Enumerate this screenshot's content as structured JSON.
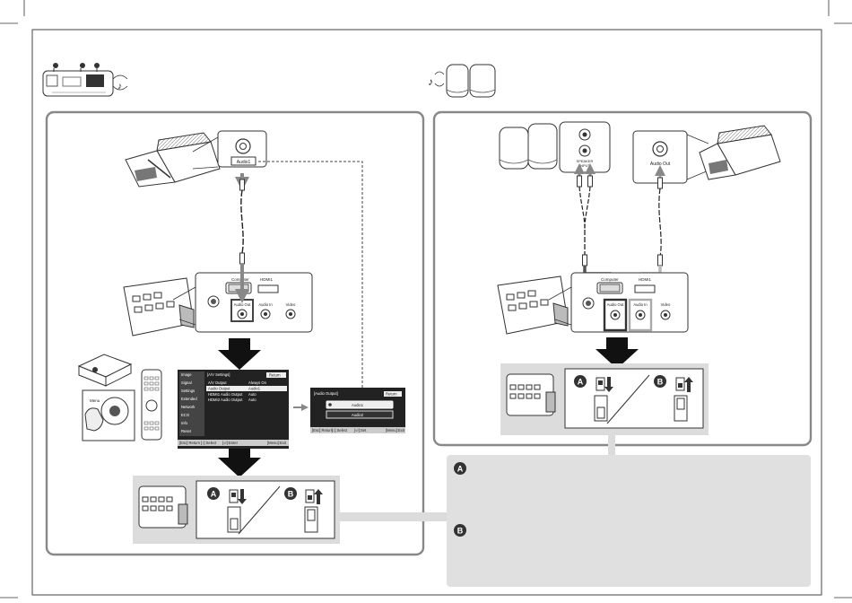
{
  "left": {
    "projector_port": "Audio1",
    "panel_ports": [
      "Computer",
      "HDMI1",
      "Audio Out",
      "Audio In",
      "Video"
    ],
    "menu": {
      "title": "[A/V Settings]",
      "return": "Return",
      "sidebar": [
        "Image",
        "Signal",
        "Settings",
        "Extended",
        "Network",
        "ECO",
        "Info",
        "Reset"
      ],
      "rows": [
        {
          "label": "A/V Output",
          "value": "Always On"
        },
        {
          "label": "Audio Output",
          "value": "Audio1"
        },
        {
          "label": "HDMI1 Audio Output",
          "value": "Auto"
        },
        {
          "label": "HDMI2 Audio Output",
          "value": "Auto"
        }
      ],
      "footer": [
        "[Esc]:Return",
        "[↕]:Select",
        "[⏎]:Enter",
        "[Menu]:Exit"
      ]
    },
    "dialog": {
      "title": "[Audio Output]",
      "return": "Return",
      "options": [
        "Audio1",
        "Audio2"
      ],
      "footer": [
        "[Esc]:Return",
        "[↕]:Select",
        "[⏎]:Set",
        "[Menu]:Exit"
      ]
    },
    "remote_key": "Menu"
  },
  "right": {
    "speaker_ports": [
      "SPEAKER\nINPUT"
    ],
    "projector_port": "Audio Out",
    "panel_ports": [
      "Computer",
      "HDMI1",
      "Audio Out",
      "Audio In",
      "Video"
    ]
  },
  "switch_markers": [
    "A",
    "B"
  ],
  "legend_markers": [
    "A",
    "B"
  ],
  "colors": {
    "frame": "#888888",
    "shade": "#dcdcdc",
    "box": "#e8e8e8",
    "dark": "#333333"
  }
}
